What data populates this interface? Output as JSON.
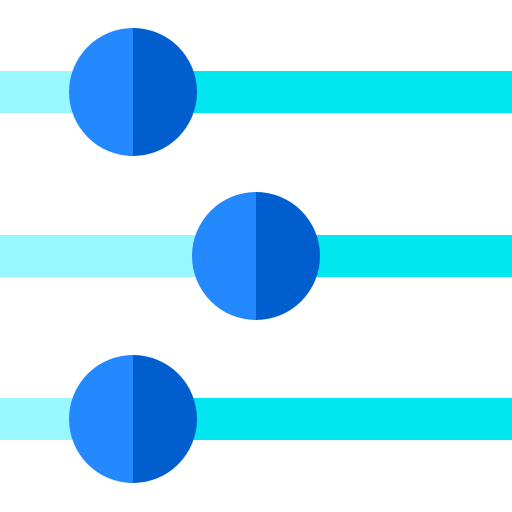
{
  "icon": "adjustment-sliders-icon",
  "colors": {
    "track_light": "#99F8FF",
    "track_active": "#00E7F0",
    "knob_left": "#2488FF",
    "knob_right": "#005ECE",
    "background": "#FFFFFF"
  },
  "sliders": [
    {
      "name": "slider-top",
      "level": 0.26
    },
    {
      "name": "slider-middle",
      "level": 0.5
    },
    {
      "name": "slider-bottom",
      "level": 0.26
    }
  ]
}
